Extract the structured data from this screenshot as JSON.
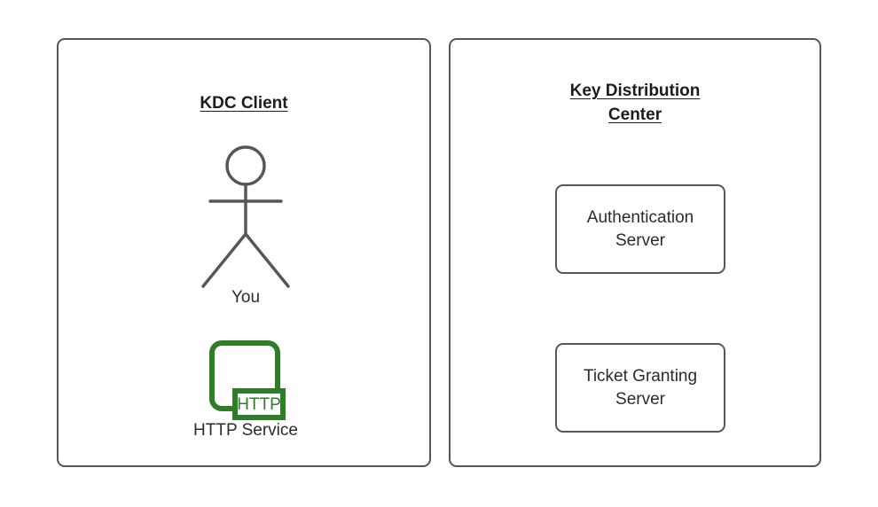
{
  "diagram": {
    "type": "kerberos-architecture",
    "background_color": "#ffffff",
    "stroke_color": "#565656",
    "text_color": "#2b2b2b",
    "title_color": "#1c1c1c",
    "accent_color": "#2f7d28"
  },
  "panels": {
    "client": {
      "title_line1": "KDC Client",
      "actor": {
        "icon": "stick-figure-icon",
        "label": "You"
      },
      "service": {
        "icon": "http-service-icon",
        "badge_text": "HTTP",
        "label": "HTTP Service",
        "color": "#2f7d28"
      }
    },
    "kdc": {
      "title_line1": "Key Distribution",
      "title_line2": "Center",
      "boxes": [
        {
          "line1": "Authentication",
          "line2": "Server"
        },
        {
          "line1": "Ticket Granting",
          "line2": "Server"
        }
      ]
    }
  }
}
